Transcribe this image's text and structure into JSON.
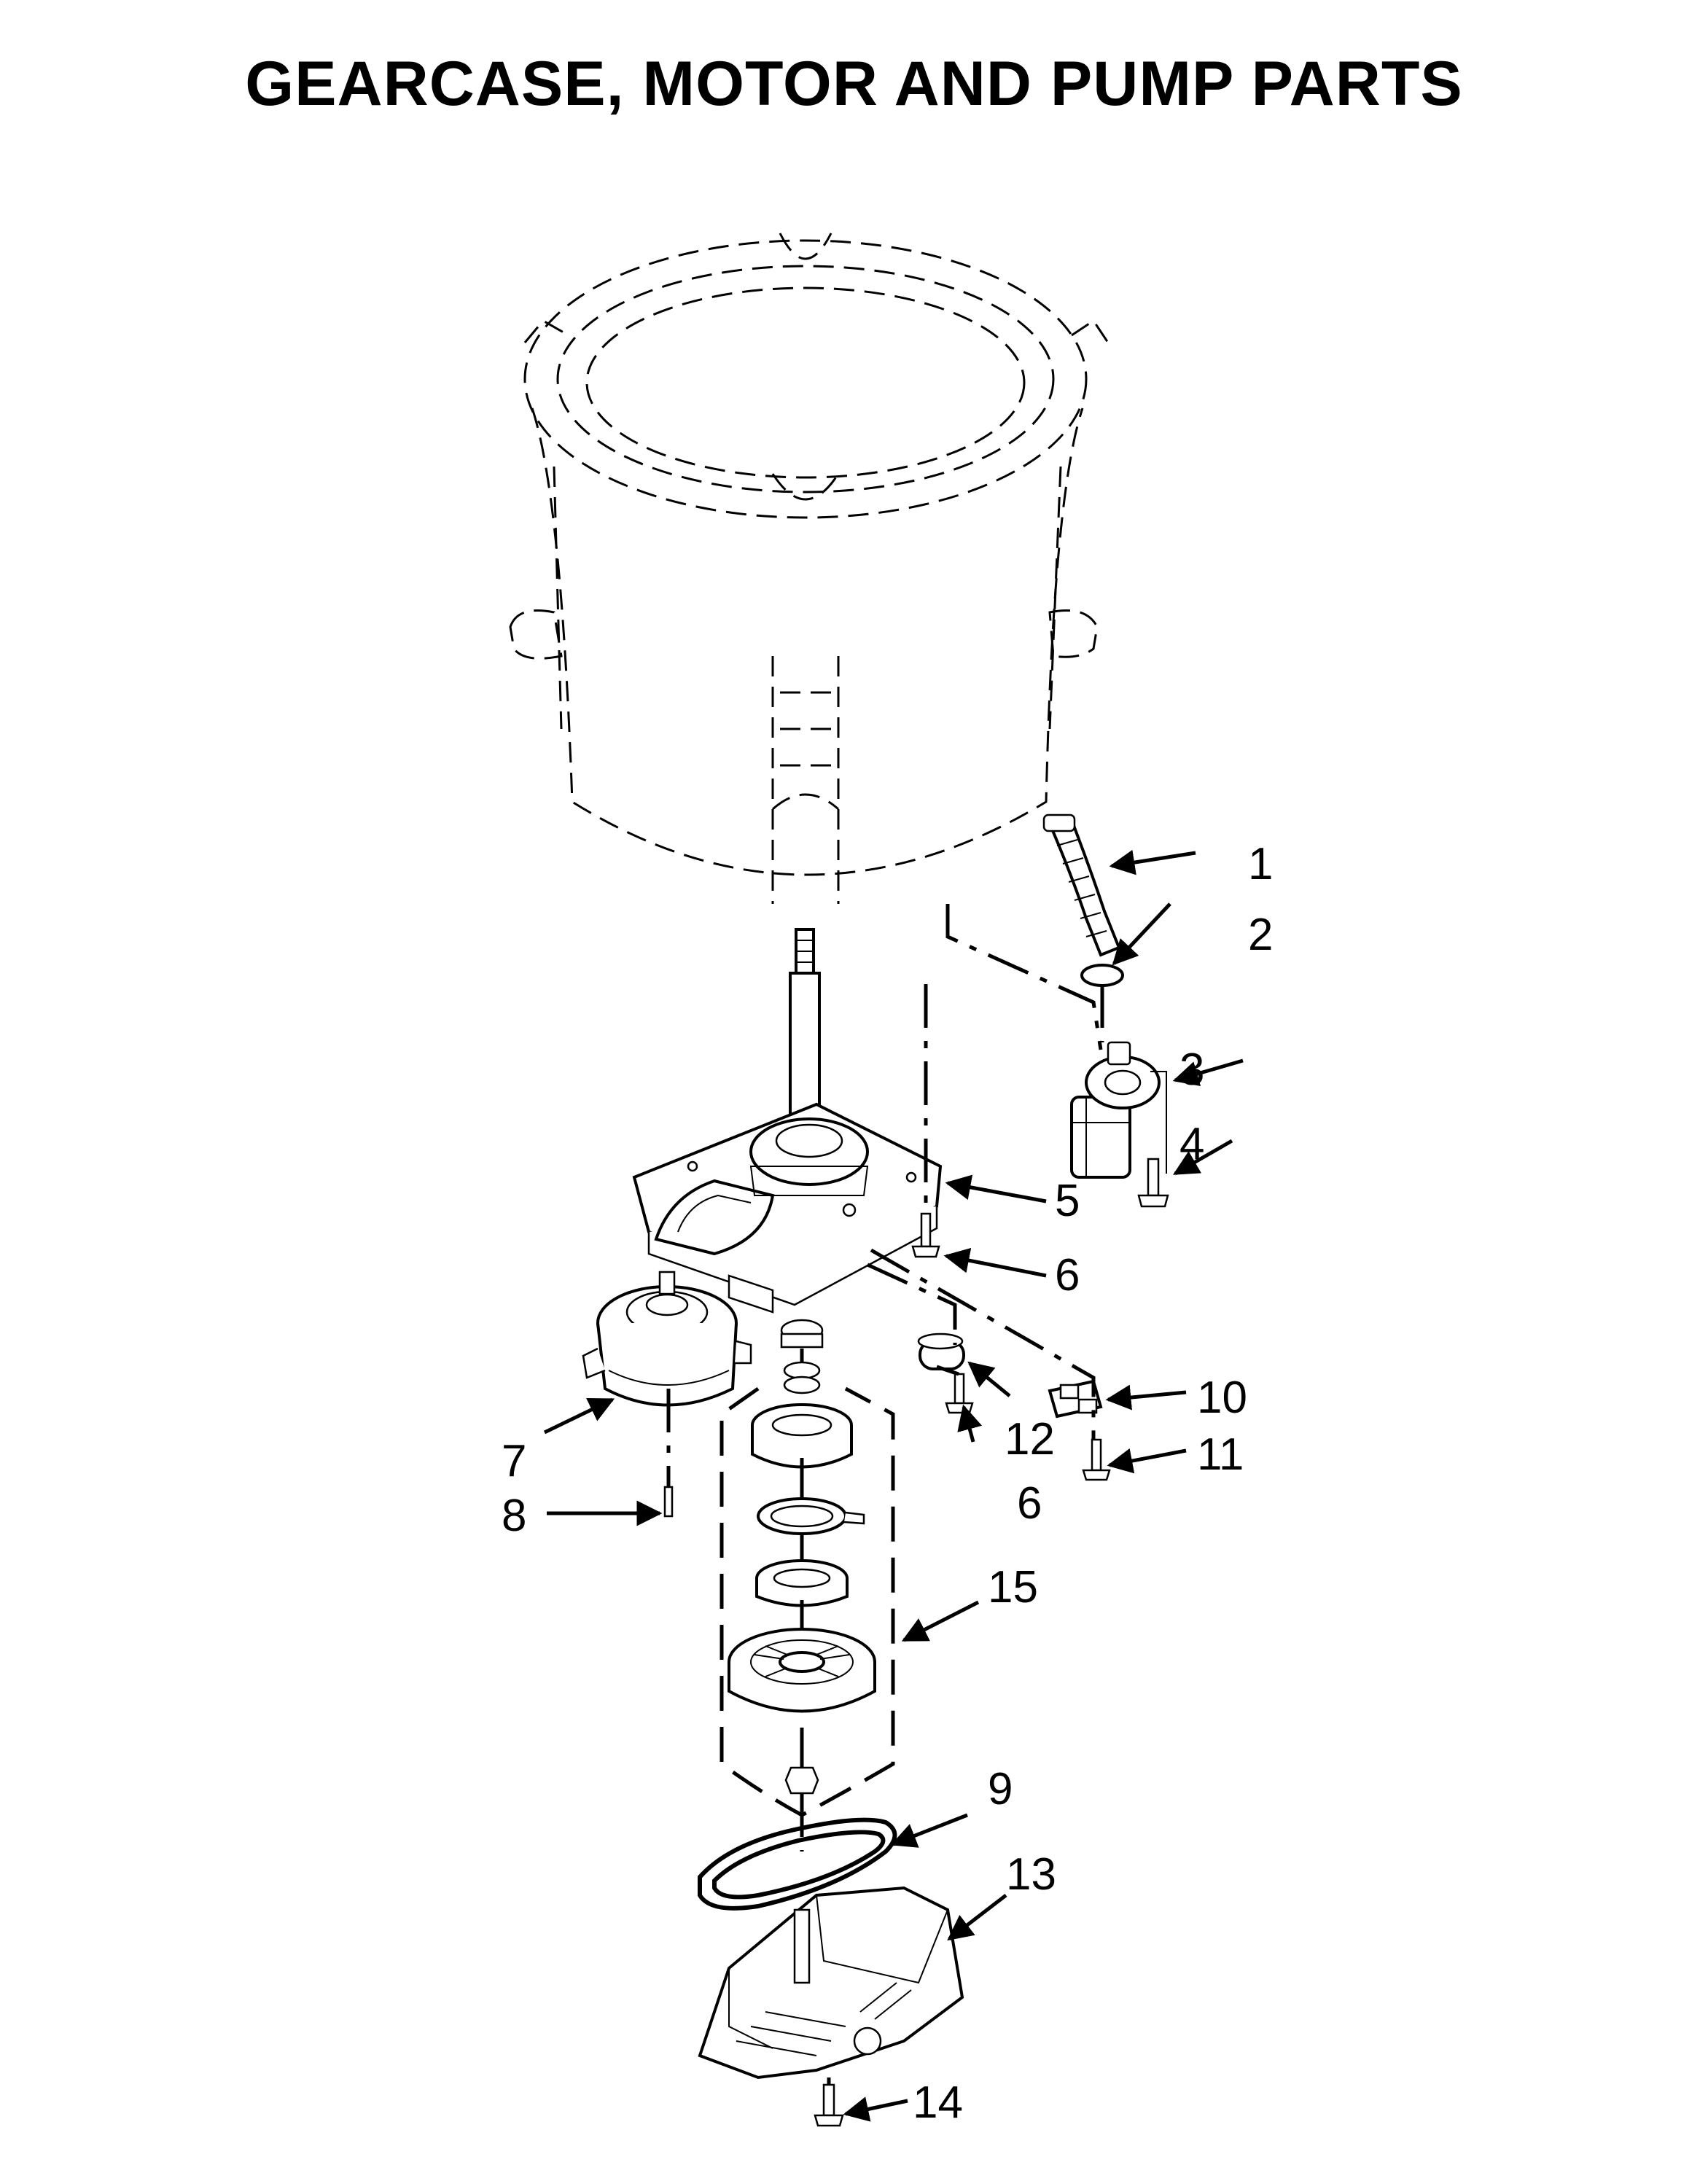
{
  "title": "GEARCASE, MOTOR AND PUMP PARTS",
  "callouts": [
    {
      "id": "1",
      "label": "1"
    },
    {
      "id": "2",
      "label": "2"
    },
    {
      "id": "3",
      "label": "3"
    },
    {
      "id": "4",
      "label": "4"
    },
    {
      "id": "5",
      "label": "5"
    },
    {
      "id": "6a",
      "label": "6"
    },
    {
      "id": "6b",
      "label": "6"
    },
    {
      "id": "7",
      "label": "7"
    },
    {
      "id": "8",
      "label": "8"
    },
    {
      "id": "9",
      "label": "9"
    },
    {
      "id": "10",
      "label": "10"
    },
    {
      "id": "11",
      "label": "11"
    },
    {
      "id": "12",
      "label": "12"
    },
    {
      "id": "13",
      "label": "13"
    },
    {
      "id": "14",
      "label": "14"
    },
    {
      "id": "15",
      "label": "15"
    }
  ],
  "colors": {
    "line": "#000000",
    "background": "#ffffff"
  }
}
